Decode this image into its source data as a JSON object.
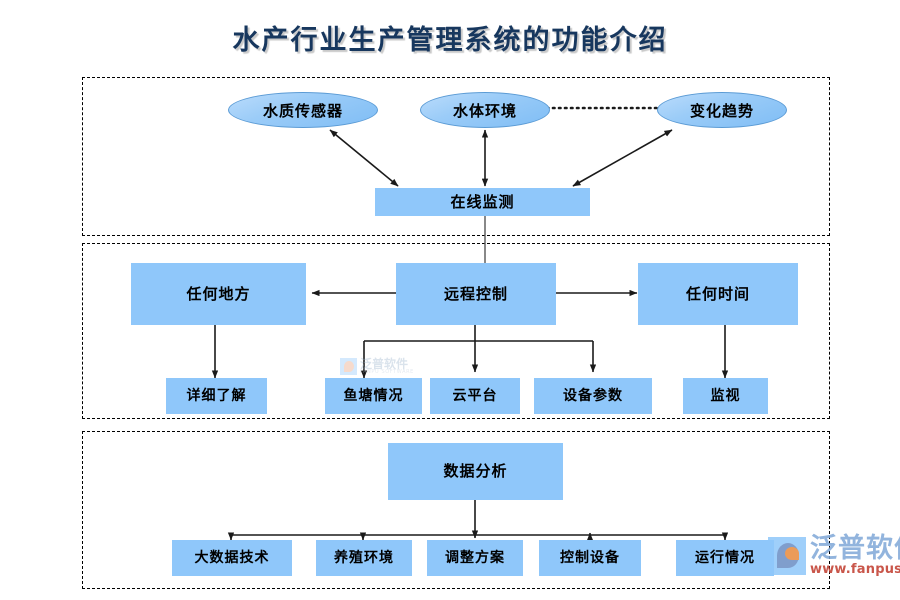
{
  "page": {
    "title": "水产行业生产管理系统的功能介绍",
    "background_color": "#ffffff",
    "node_fill_color": "#8FC7FA",
    "node_text_color": "#000000",
    "title_color": "#17375E",
    "frame_border_color": "#000000"
  },
  "sections": [
    {
      "name": "online-monitoring-section"
    },
    {
      "name": "remote-control-section"
    },
    {
      "name": "data-analysis-section"
    }
  ],
  "nodes": {
    "ellipse_water_quality_sensor": "水质传感器",
    "ellipse_water_environment": "水体环境",
    "ellipse_change_trend": "变化趋势",
    "box_online_monitoring": "在线监测",
    "box_anywhere": "任何地方",
    "box_remote_control": "远程控制",
    "box_anytime": "任何时间",
    "box_detailed_understanding": "详细了解",
    "box_fishpond_status": "鱼塘情况",
    "box_cloud_platform": "云平台",
    "box_device_parameters": "设备参数",
    "box_monitor": "监视",
    "box_data_analysis": "数据分析",
    "box_big_data_technology": "大数据技术",
    "box_breeding_environment": "养殖环境",
    "box_adjustment_plan": "调整方案",
    "box_control_device": "控制设备",
    "box_operation_status": "运行情况"
  },
  "connections": [
    {
      "from": "在线监测",
      "to": "水质传感器",
      "style": "double-arrow"
    },
    {
      "from": "在线监测",
      "to": "水体环境",
      "style": "double-arrow"
    },
    {
      "from": "在线监测",
      "to": "变化趋势",
      "style": "double-arrow"
    },
    {
      "from": "水体环境",
      "to": "变化趋势",
      "style": "dotted"
    },
    {
      "from": "在线监测",
      "to": "远程控制",
      "style": "line"
    },
    {
      "from": "远程控制",
      "to": "任何地方",
      "style": "arrow"
    },
    {
      "from": "远程控制",
      "to": "任何时间",
      "style": "arrow"
    },
    {
      "from": "任何地方",
      "to": "详细了解",
      "style": "arrow"
    },
    {
      "from": "远程控制",
      "to": "鱼塘情况",
      "style": "arrow"
    },
    {
      "from": "远程控制",
      "to": "云平台",
      "style": "arrow"
    },
    {
      "from": "远程控制",
      "to": "设备参数",
      "style": "arrow"
    },
    {
      "from": "任何时间",
      "to": "监视",
      "style": "arrow"
    },
    {
      "from": "数据分析",
      "to": "大数据技术",
      "style": "arrow"
    },
    {
      "from": "数据分析",
      "to": "养殖环境",
      "style": "arrow"
    },
    {
      "from": "数据分析",
      "to": "调整方案",
      "style": "arrow"
    },
    {
      "from": "数据分析",
      "to": "控制设备",
      "style": "arrow"
    },
    {
      "from": "数据分析",
      "to": "运行情况",
      "style": "arrow"
    }
  ],
  "watermarks": {
    "small": {
      "cn": "泛普软件",
      "en": "FANPU SOFTWARE"
    },
    "large": {
      "cn": "泛普软件",
      "en": "www.fanpusoft.com"
    }
  }
}
